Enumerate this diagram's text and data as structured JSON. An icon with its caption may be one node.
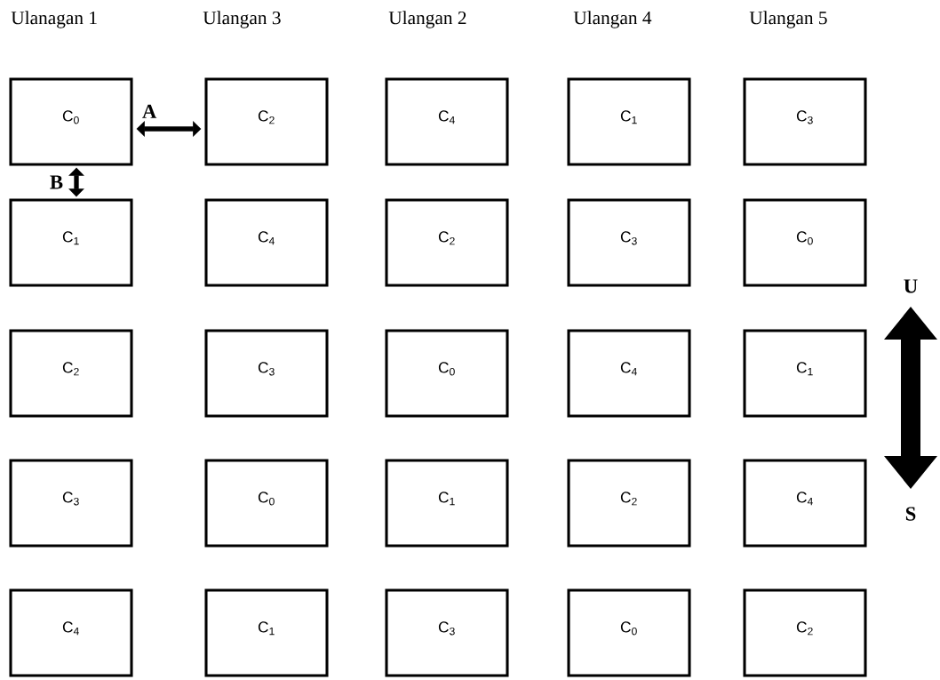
{
  "diagram": {
    "nodes": [
      {
        "text": [
          "C$_{0}$"
        ]
      },
      {
        "text": [
          "C$_{2}$"
        ]
      },
      {
        "text": [
          "C$_{4}$"
        ]
      },
      {
        "text": [
          "C$_{1}$"
        ]
      },
      {
        "text": [
          "C$_{3}$"
        ]
      },
      {
        "text": [
          "C$_{1}$"
        ]
      },
      {
        "text": [
          "C$_{4}$"
        ]
      },
      {
        "text": [
          "C$_{2}$"
        ]
      },
      {
        "text": [
          "C$_{3}$"
        ]
      },
      {
        "text": [
          "C$_{0}$"
        ]
      },
      {
        "text": [
          "C$_{2}$"
        ]
      },
      {
        "text": [
          "C$_{3}$"
        ]
      },
      {
        "text": [
          "C$_{0}$"
        ]
      },
      {
        "text": [
          "C$_{4}$"
        ]
      },
      {
        "text": [
          "C$_{1}$"
        ]
      },
      {
        "text": [
          "C$_{3}$"
        ]
      },
      {
        "text": [
          "C$_{0}$"
        ]
      },
      {
        "text": [
          "C$_{1}$"
        ]
      },
      {
        "text": [
          "C$_{2}$"
        ]
      },
      {
        "text": [
          "C$_{4}$"
        ]
      },
      {
        "text": [
          "C$_{4}$"
        ]
      },
      {
        "text": [
          "C$_{1}$"
        ]
      },
      {
        "text": [
          "C$_{3}$"
        ]
      },
      {
        "text": [
          "C$_{0}$"
        ]
      },
      {
        "text": [
          "C$_{2}$"
        ]
      }
    ],
    "edges": [
      {
        "from": 0,
        "to": 1,
        "arrow": "both",
        "label": "A"
      },
      {
        "from": 0,
        "to": 5,
        "arrow": "both",
        "label": "B"
      }
    ],
    "labels": [
      "Ulanagan 1",
      "Ulangan 3",
      "Ulangan 2",
      "Ulangan 4",
      "Ulangan 5",
      "U",
      "S"
    ]
  }
}
